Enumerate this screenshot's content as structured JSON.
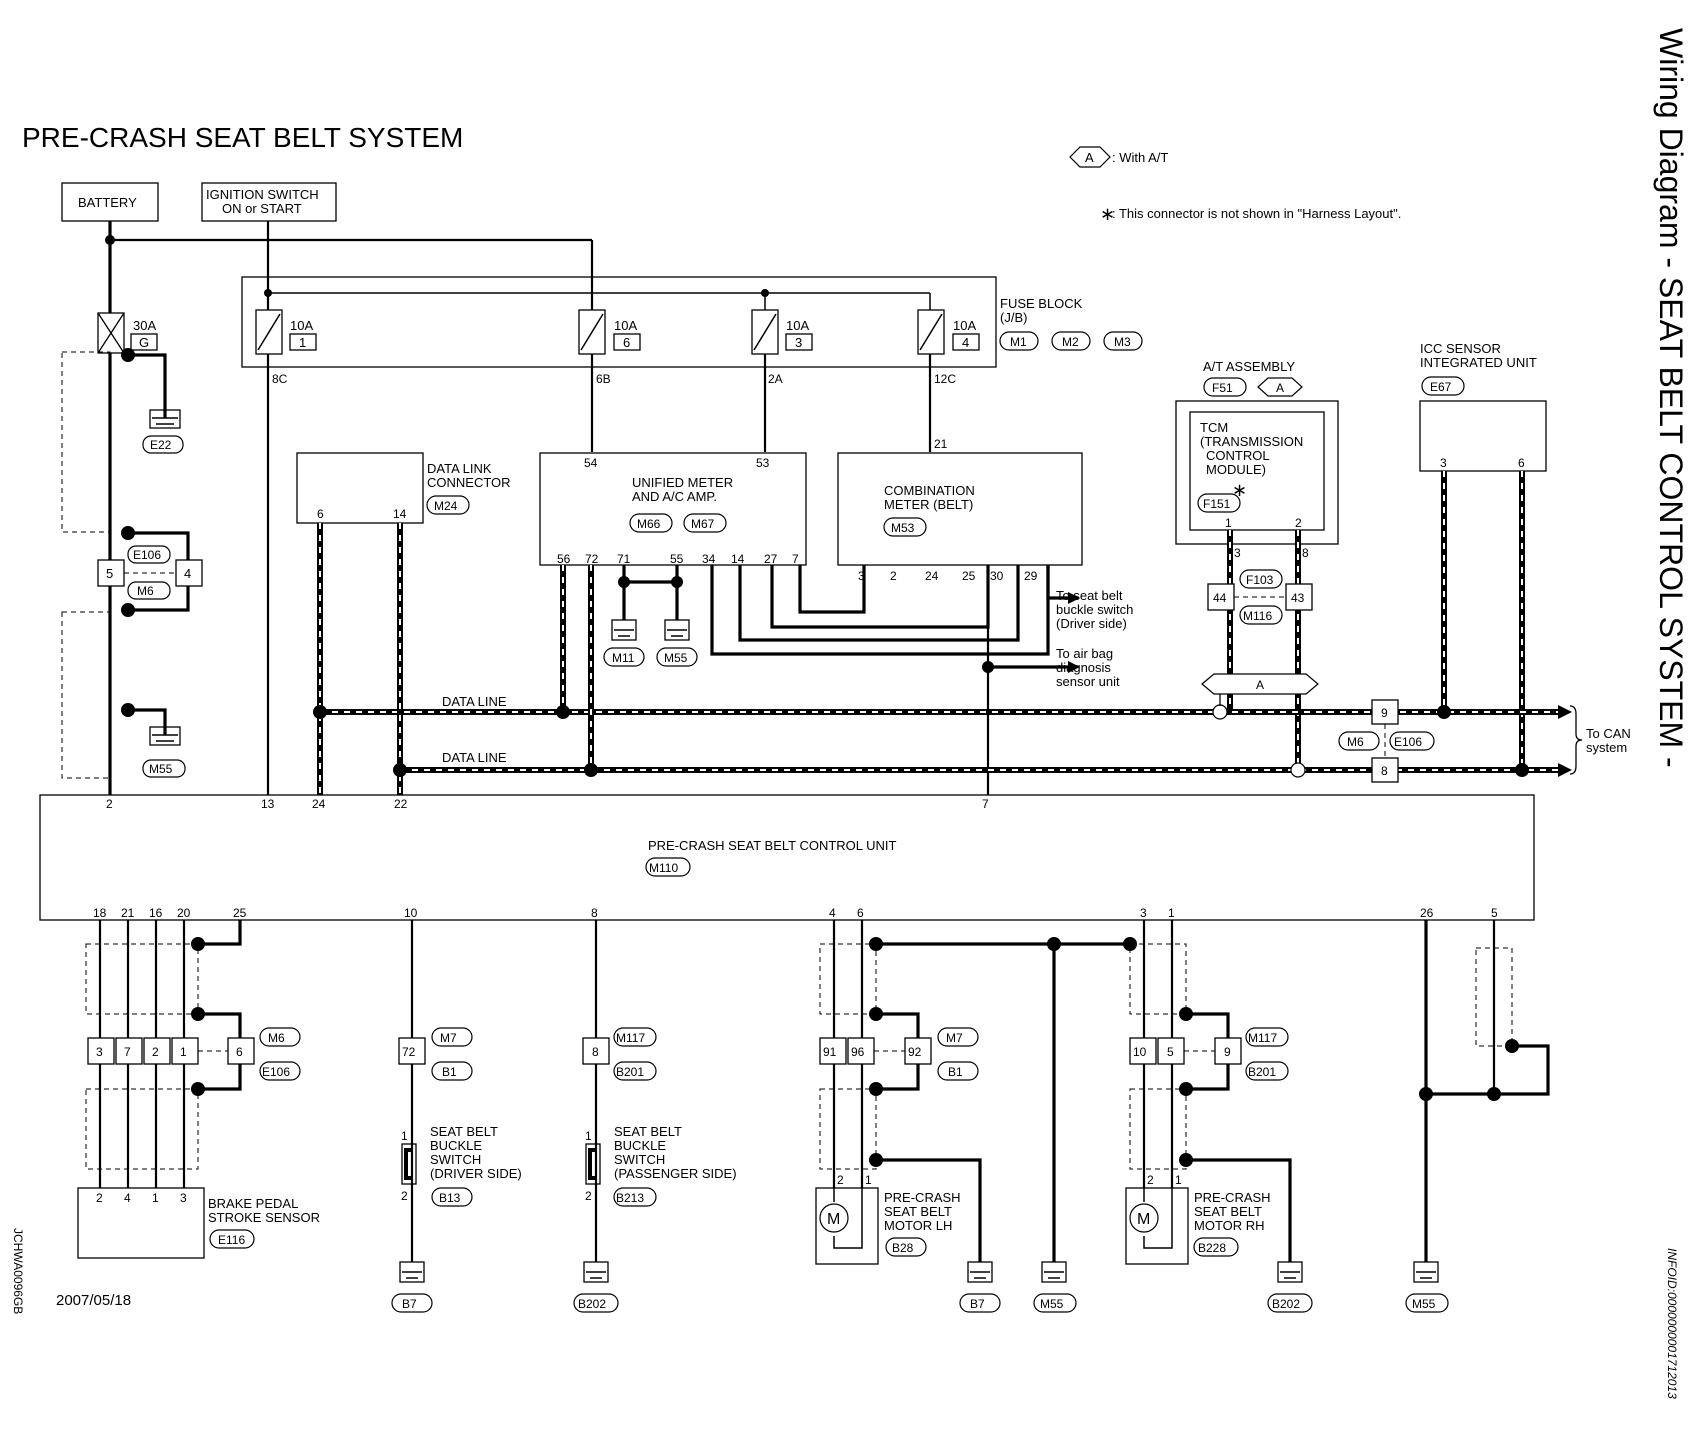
{
  "title": "PRE-CRASH SEAT BELT SYSTEM",
  "side_title": "Wiring Diagram - SEAT BELT CONTROL SYSTEM -",
  "date": "2007/05/18",
  "left_code": "JCHWA0096GB",
  "right_code": "INFOID:0000000001712013",
  "legend": {
    "with_at_code": "A",
    "with_at_text": ": With A/T",
    "star": "∗",
    "star_text": ": This connector is not shown in \"Harness Layout\"."
  },
  "battery": "BATTERY",
  "ignition": [
    "IGNITION SWITCH",
    "ON or START"
  ],
  "fuse_g": {
    "amp": "30A",
    "id": "G"
  },
  "fuses": [
    {
      "amp": "10A",
      "id": "1",
      "term": "8C"
    },
    {
      "amp": "10A",
      "id": "6",
      "term": "6B"
    },
    {
      "amp": "10A",
      "id": "3",
      "term": "2A"
    },
    {
      "amp": "10A",
      "id": "4",
      "term": "12C"
    }
  ],
  "fuse_block": {
    "lines": [
      "FUSE BLOCK",
      "(J/B)"
    ],
    "connectors": [
      "M1",
      "M2",
      "M3"
    ]
  },
  "grounds": {
    "e22": "E22",
    "m55": "M55",
    "m11": "M11",
    "m55b": "M55",
    "b7a": "B7",
    "b202a": "B202",
    "b7b": "B7",
    "m55c": "M55",
    "b202b": "B202",
    "m55d": "M55"
  },
  "jc_e106": {
    "left": "5",
    "right": "4",
    "c1": "E106",
    "c2": "M6"
  },
  "dlc": {
    "lines": [
      "DATA LINK",
      "CONNECTOR"
    ],
    "conn": "M24",
    "pins": [
      "6",
      "14"
    ]
  },
  "unified": {
    "lines": [
      "UNIFIED METER",
      "AND A/C AMP."
    ],
    "conn": [
      "M66",
      "M67"
    ],
    "top_pins": [
      "54",
      "53"
    ],
    "bottom_pins": [
      "56",
      "72",
      "71",
      "55",
      "34",
      "14",
      "27",
      "7"
    ]
  },
  "combination": {
    "lines": [
      "COMBINATION",
      "METER (BELT)"
    ],
    "conn": "M53",
    "top_pin": "21",
    "bottom_pins": [
      "3",
      "2",
      "24",
      "25",
      "30",
      "29"
    ]
  },
  "notes": {
    "seat_buckle": [
      "To seat belt",
      "buckle switch",
      "(Driver side)"
    ],
    "airbag": [
      "To air bag",
      "diagnosis",
      "sensor unit"
    ],
    "can": [
      "To CAN",
      "system"
    ]
  },
  "data_line": "DATA LINE",
  "at_assembly": {
    "lines": [
      "A/T ASSEMBLY"
    ],
    "conn": "F51",
    "code": "A"
  },
  "tcm": {
    "lines": [
      "TCM",
      "(TRANSMISSION",
      "CONTROL",
      "MODULE)"
    ],
    "star": "∗",
    "conn": "F151",
    "pins": [
      "1",
      "2"
    ]
  },
  "f103": {
    "left": "44",
    "right": "43",
    "c1": "F103",
    "c2": "M116",
    "top_left": "3",
    "top_right": "8",
    "code": "A"
  },
  "icc": {
    "lines": [
      "ICC SENSOR",
      "INTEGRATED UNIT"
    ],
    "conn": "E67",
    "pins": [
      "3",
      "6"
    ]
  },
  "m6e106": {
    "top": "9",
    "bottom": "8",
    "c1": "M6",
    "c2": "E106"
  },
  "control_unit": {
    "lines": [
      "PRE-CRASH SEAT BELT CONTROL UNIT"
    ],
    "conn": "M110",
    "top_pins": [
      "2",
      "13",
      "24",
      "22",
      "7"
    ],
    "bottom_pins": [
      "18",
      "21",
      "16",
      "20",
      "25",
      "10",
      "8",
      "4",
      "6",
      "3",
      "1",
      "26",
      "5"
    ]
  },
  "brake_jc": {
    "pins": [
      "3",
      "7",
      "2",
      "1",
      "6"
    ],
    "c1": "M6",
    "c2": "E106"
  },
  "brake_sensor": {
    "lines": [
      "BRAKE PEDAL",
      "STROKE SENSOR"
    ],
    "conn": "E116",
    "pins": [
      "2",
      "4",
      "1",
      "3"
    ]
  },
  "m7b1": {
    "pin": "72",
    "c1": "M7",
    "c2": "B1"
  },
  "m117b201": {
    "pin": "8",
    "c1": "M117",
    "c2": "B201"
  },
  "buckle_driver": {
    "lines": [
      "SEAT BELT",
      "BUCKLE",
      "SWITCH",
      "(DRIVER SIDE)"
    ],
    "conn": "B13",
    "pins": [
      "1",
      "2"
    ]
  },
  "buckle_pass": {
    "lines": [
      "SEAT BELT",
      "BUCKLE",
      "SWITCH",
      "(PASSENGER SIDE)"
    ],
    "conn": "B213",
    "pins": [
      "1",
      "2"
    ]
  },
  "jc_lh": {
    "pins": [
      "91",
      "96",
      "92"
    ],
    "c1": "M7",
    "c2": "B1"
  },
  "jc_rh": {
    "pins": [
      "10",
      "5",
      "9"
    ],
    "c1": "M117",
    "c2": "B201"
  },
  "motor_lh": {
    "lines": [
      "PRE-CRASH",
      "SEAT BELT",
      "MOTOR LH"
    ],
    "conn": "B28",
    "pins": [
      "2",
      "1"
    ],
    "symbol": "M"
  },
  "motor_rh": {
    "lines": [
      "PRE-CRASH",
      "SEAT BELT",
      "MOTOR RH"
    ],
    "conn": "B228",
    "pins": [
      "2",
      "1"
    ],
    "symbol": "M"
  }
}
